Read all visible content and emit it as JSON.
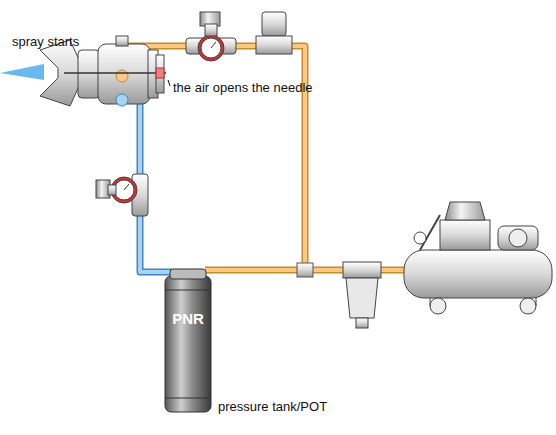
{
  "diagram": {
    "nodes": [
      {
        "text": [
          "PNR",
          "pressure tank/POT"
        ]
      }
    ],
    "labels": [
      "spray starts",
      "the air opens the needle"
    ]
  }
}
